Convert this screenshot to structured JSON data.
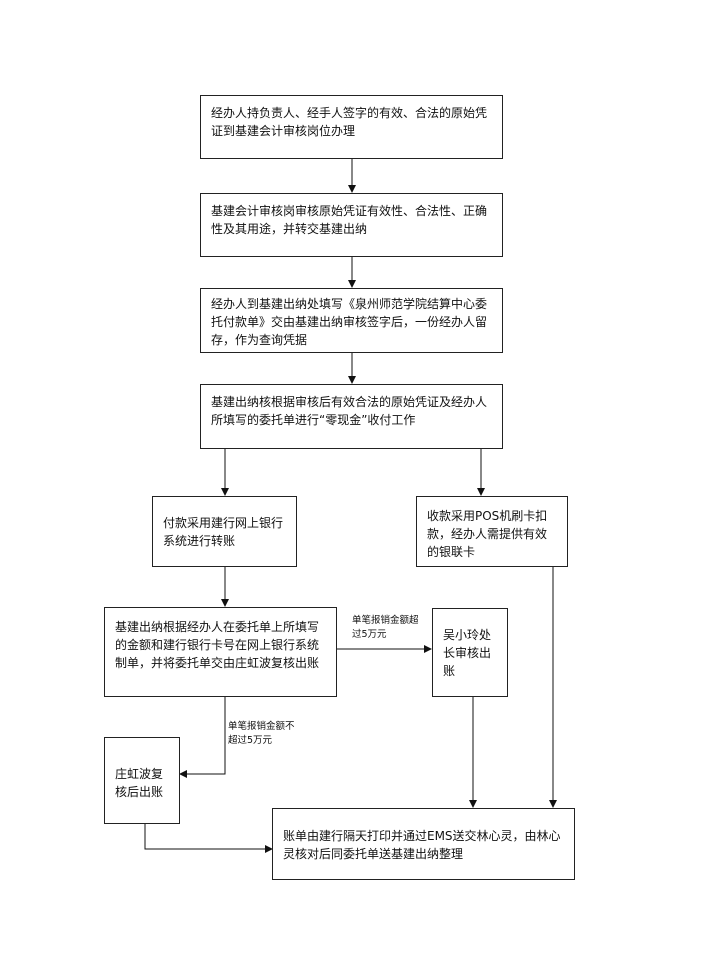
{
  "nodes": {
    "n1": "经办人持负责人、经手人签字的有效、合法的原始凭证到基建会计审核岗位办理",
    "n2": "基建会计审核岗审核原始凭证有效性、合法性、正确性及其用途，并转交基建出纳",
    "n3": "经办人到基建出纳处填写《泉州师范学院结算中心委托付款单》交由基建出纳审核签字后，一份经办人留存，作为查询凭据",
    "n4": "基建出纳核根据审核后有效合法的原始凭证及经办人所填写的委托单进行“零现金”收付工作",
    "n5": "付款采用建行网上银行系统进行转账",
    "n6": "收款采用POS机刷卡扣款，经办人需提供有效的银联卡",
    "n7": "基建出纳根据经办人在委托单上所填写的金额和建行银行卡号在网上银行系统制单，并将委托单交由庄虹波复核出账",
    "n8": "吴小玲处长审核出账",
    "n9": "庄虹波复核后出账",
    "n10": "账单由建行隔天打印并通过EMS送交林心灵，由林心灵核对后同委托单送基建出纳整理"
  },
  "edge_labels": {
    "over_5w": "单笔报销金额超过5万元",
    "under_5w": "单笔报销金额不超过5万元"
  }
}
